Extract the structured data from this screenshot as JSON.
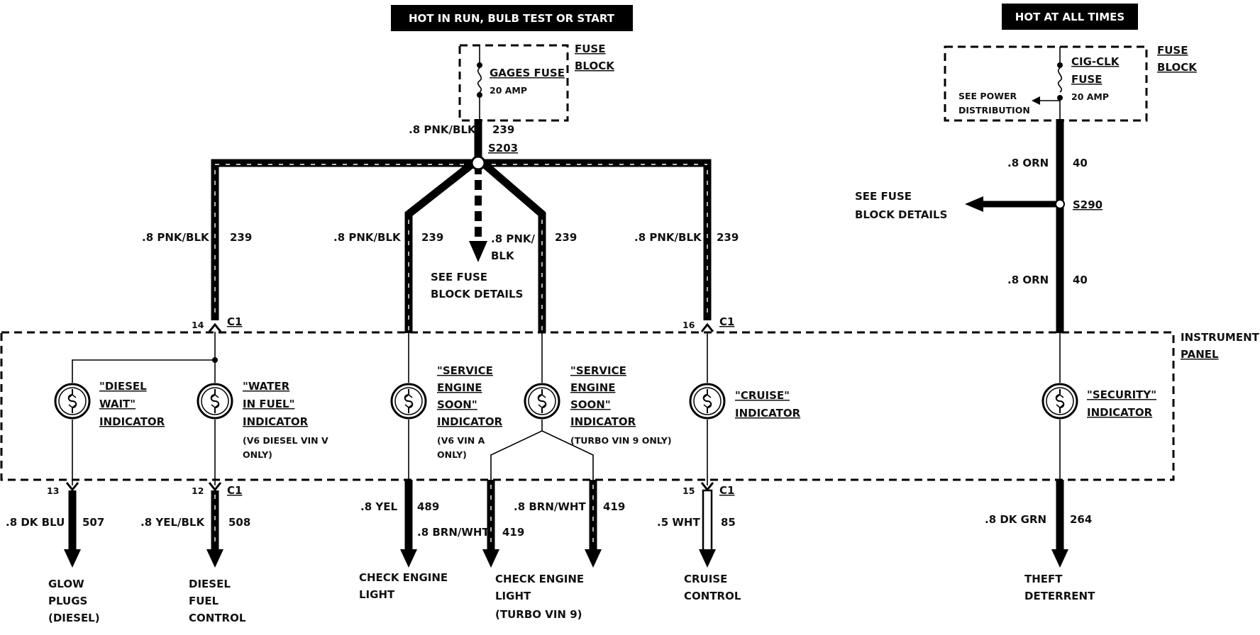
{
  "headers": {
    "run": "HOT IN RUN,  BULB TEST OR START",
    "always": "HOT AT ALL TIMES"
  },
  "fuse_left": {
    "block_line1": "FUSE",
    "block_line2": "BLOCK",
    "name": "GAGES FUSE",
    "amp": "20 AMP"
  },
  "fuse_right": {
    "block_line1": "FUSE",
    "block_line2": "BLOCK",
    "name_line1": "CIG-CLK",
    "name_line2": "FUSE",
    "amp": "20 AMP",
    "see_power_line1": "SEE POWER",
    "see_power_line2": "DISTRIBUTION"
  },
  "splices": {
    "s203": "S203",
    "s290": "S290"
  },
  "wires": {
    "main_color": ".8 PNK/BLK",
    "main_num": "239",
    "pnk_split_line1": ".8 PNK/",
    "pnk_split_line2": "BLK",
    "orn": ".8 ORN",
    "orn_num": "40",
    "dkblu": ".8 DK BLU",
    "dkblu_num": "507",
    "yelblk": ".8 YEL/BLK",
    "yelblk_num": "508",
    "yel": ".8 YEL",
    "yel_num": "489",
    "brnwht": ".8 BRN/WHT",
    "brnwht_num": "419",
    "wht": ".5 WHT",
    "wht_num": "85",
    "dkgrn": ".8 DK GRN",
    "dkgrn_num": "264"
  },
  "see_fuse": {
    "line1": "SEE FUSE",
    "line2": "BLOCK DETAILS"
  },
  "connectors": {
    "c1": "C1",
    "pin14": "14",
    "pin16": "16",
    "pin13": "13",
    "pin12": "12",
    "pin15": "15"
  },
  "instrument_panel": {
    "line1": "INSTRUMENT",
    "line2": "PANEL"
  },
  "indicators": {
    "diesel_wait": {
      "l1": "\"DIESEL",
      "l2": "WAIT\"",
      "l3": "INDICATOR"
    },
    "water_fuel": {
      "l1": "\"WATER",
      "l2": "IN FUEL\"",
      "l3": "INDICATOR",
      "n1": "(V6 DIESEL VIN V",
      "n2": "ONLY)"
    },
    "ses_v6": {
      "l1": "\"SERVICE",
      "l2": "ENGINE",
      "l3": "SOON\"",
      "l4": "INDICATOR",
      "n1": "(V6 VIN A",
      "n2": "ONLY)"
    },
    "ses_turbo": {
      "l1": "\"SERVICE",
      "l2": "ENGINE",
      "l3": "SOON\"",
      "l4": "INDICATOR",
      "n1": "(TURBO VIN 9 ONLY)"
    },
    "cruise": {
      "l1": "\"CRUISE\"",
      "l2": "INDICATOR"
    },
    "security": {
      "l1": "\"SECURITY\"",
      "l2": "INDICATOR"
    }
  },
  "destinations": {
    "glow": {
      "l1": "GLOW",
      "l2": "PLUGS",
      "l3": "(DIESEL)"
    },
    "diesel_fuel": {
      "l1": "DIESEL",
      "l2": "FUEL",
      "l3": "CONTROL"
    },
    "check_engine_1": {
      "l1": "CHECK ENGINE",
      "l2": "LIGHT"
    },
    "check_engine_2": {
      "l1": "CHECK ENGINE",
      "l2": "LIGHT",
      "l3": "(TURBO VIN 9)"
    },
    "cruise": {
      "l1": "CRUISE",
      "l2": "CONTROL"
    },
    "theft": {
      "l1": "THEFT",
      "l2": "DETERRENT"
    }
  }
}
